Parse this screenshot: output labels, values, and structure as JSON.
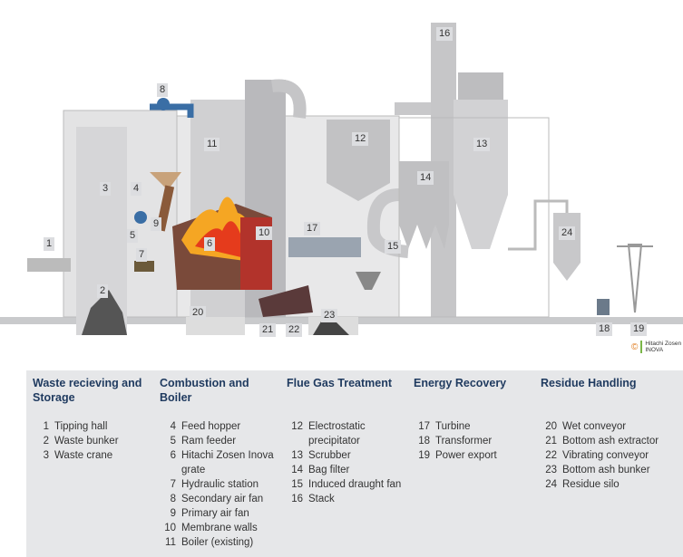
{
  "diagram": {
    "labels": [
      "1",
      "2",
      "3",
      "4",
      "5",
      "6",
      "7",
      "8",
      "9",
      "10",
      "11",
      "12",
      "13",
      "14",
      "15",
      "16",
      "17",
      "18",
      "19",
      "20",
      "21",
      "22",
      "23",
      "24"
    ],
    "copyright": {
      "symbol": "©",
      "company_line1": "Hitachi Zosen",
      "company_line2": "INOVA"
    }
  },
  "legend": {
    "columns": [
      {
        "title": "Waste recieving and Storage",
        "items": [
          {
            "n": "1",
            "label": "Tipping hall"
          },
          {
            "n": "2",
            "label": "Waste bunker"
          },
          {
            "n": "3",
            "label": "Waste crane"
          }
        ]
      },
      {
        "title": "Combustion and Boiler",
        "items": [
          {
            "n": "4",
            "label": "Feed hopper"
          },
          {
            "n": "5",
            "label": "Ram feeder"
          },
          {
            "n": "6",
            "label": "Hitachi Zosen Inova grate"
          },
          {
            "n": "7",
            "label": "Hydraulic station"
          },
          {
            "n": "8",
            "label": "Secondary air fan"
          },
          {
            "n": "9",
            "label": "Primary air fan"
          },
          {
            "n": "10",
            "label": "Membrane walls"
          },
          {
            "n": "11",
            "label": "Boiler (existing)"
          }
        ]
      },
      {
        "title": "Flue Gas Treatment",
        "items": [
          {
            "n": "12",
            "label": "Electrostatic precipitator"
          },
          {
            "n": "13",
            "label": "Scrubber"
          },
          {
            "n": "14",
            "label": "Bag filter"
          },
          {
            "n": "15",
            "label": "Induced draught fan"
          },
          {
            "n": "16",
            "label": "Stack"
          }
        ]
      },
      {
        "title": "Energy Recovery",
        "items": [
          {
            "n": "17",
            "label": "Turbine"
          },
          {
            "n": "18",
            "label": "Transformer"
          },
          {
            "n": "19",
            "label": "Power export"
          }
        ]
      },
      {
        "title": "Residue Handling",
        "items": [
          {
            "n": "20",
            "label": "Wet conveyor"
          },
          {
            "n": "21",
            "label": "Bottom ash extractor"
          },
          {
            "n": "22",
            "label": "Vibrating conveyor"
          },
          {
            "n": "23",
            "label": "Bottom ash bunker"
          },
          {
            "n": "24",
            "label": "Residue silo"
          }
        ]
      }
    ]
  }
}
